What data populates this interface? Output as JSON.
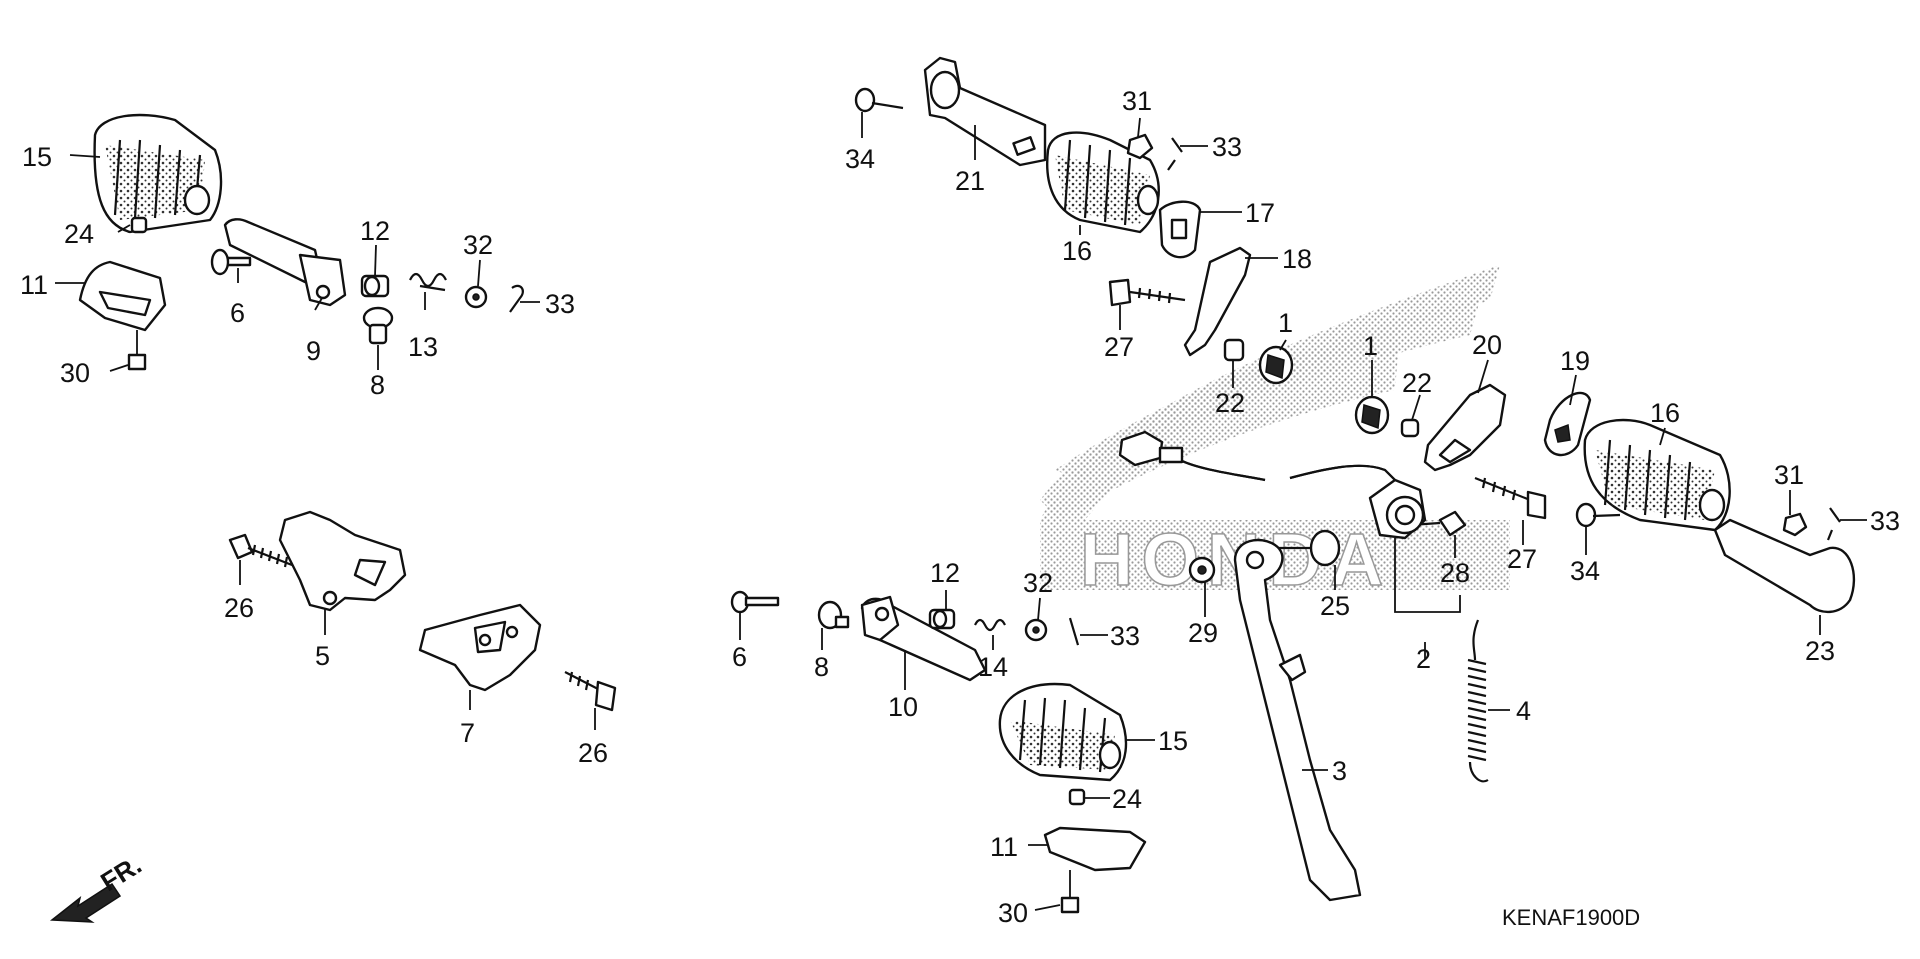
{
  "diagram": {
    "code": "KENAF1900D",
    "direction_label": "FR.",
    "watermark": "HONDA",
    "callouts": [
      {
        "id": "c1",
        "text": "15"
      },
      {
        "id": "c2",
        "text": "24"
      },
      {
        "id": "c3",
        "text": "11"
      },
      {
        "id": "c4",
        "text": "30"
      },
      {
        "id": "c5",
        "text": "6"
      },
      {
        "id": "c6",
        "text": "9"
      },
      {
        "id": "c7",
        "text": "12"
      },
      {
        "id": "c8",
        "text": "8"
      },
      {
        "id": "c9",
        "text": "13"
      },
      {
        "id": "c10",
        "text": "32"
      },
      {
        "id": "c11",
        "text": "33"
      },
      {
        "id": "c12",
        "text": "26"
      },
      {
        "id": "c13",
        "text": "5"
      },
      {
        "id": "c14",
        "text": "7"
      },
      {
        "id": "c15",
        "text": "26"
      },
      {
        "id": "c16",
        "text": "34"
      },
      {
        "id": "c17",
        "text": "21"
      },
      {
        "id": "c18",
        "text": "31"
      },
      {
        "id": "c19",
        "text": "33"
      },
      {
        "id": "c20",
        "text": "16"
      },
      {
        "id": "c21",
        "text": "17"
      },
      {
        "id": "c22",
        "text": "18"
      },
      {
        "id": "c23",
        "text": "27"
      },
      {
        "id": "c24",
        "text": "1"
      },
      {
        "id": "c25",
        "text": "22"
      },
      {
        "id": "c26",
        "text": "1"
      },
      {
        "id": "c27",
        "text": "22"
      },
      {
        "id": "c28",
        "text": "20"
      },
      {
        "id": "c29",
        "text": "19"
      },
      {
        "id": "c30",
        "text": "16"
      },
      {
        "id": "c31",
        "text": "27"
      },
      {
        "id": "c32",
        "text": "31"
      },
      {
        "id": "c33",
        "text": "33"
      },
      {
        "id": "c34",
        "text": "34"
      },
      {
        "id": "c35",
        "text": "23"
      },
      {
        "id": "c36",
        "text": "28"
      },
      {
        "id": "c37",
        "text": "25"
      },
      {
        "id": "c38",
        "text": "29"
      },
      {
        "id": "c39",
        "text": "2"
      },
      {
        "id": "c40",
        "text": "4"
      },
      {
        "id": "c41",
        "text": "3"
      },
      {
        "id": "c42",
        "text": "6"
      },
      {
        "id": "c43",
        "text": "8"
      },
      {
        "id": "c44",
        "text": "10"
      },
      {
        "id": "c45",
        "text": "12"
      },
      {
        "id": "c46",
        "text": "14"
      },
      {
        "id": "c47",
        "text": "32"
      },
      {
        "id": "c48",
        "text": "33"
      },
      {
        "id": "c49",
        "text": "15"
      },
      {
        "id": "c50",
        "text": "24"
      },
      {
        "id": "c51",
        "text": "11"
      },
      {
        "id": "c52",
        "text": "30"
      }
    ]
  }
}
